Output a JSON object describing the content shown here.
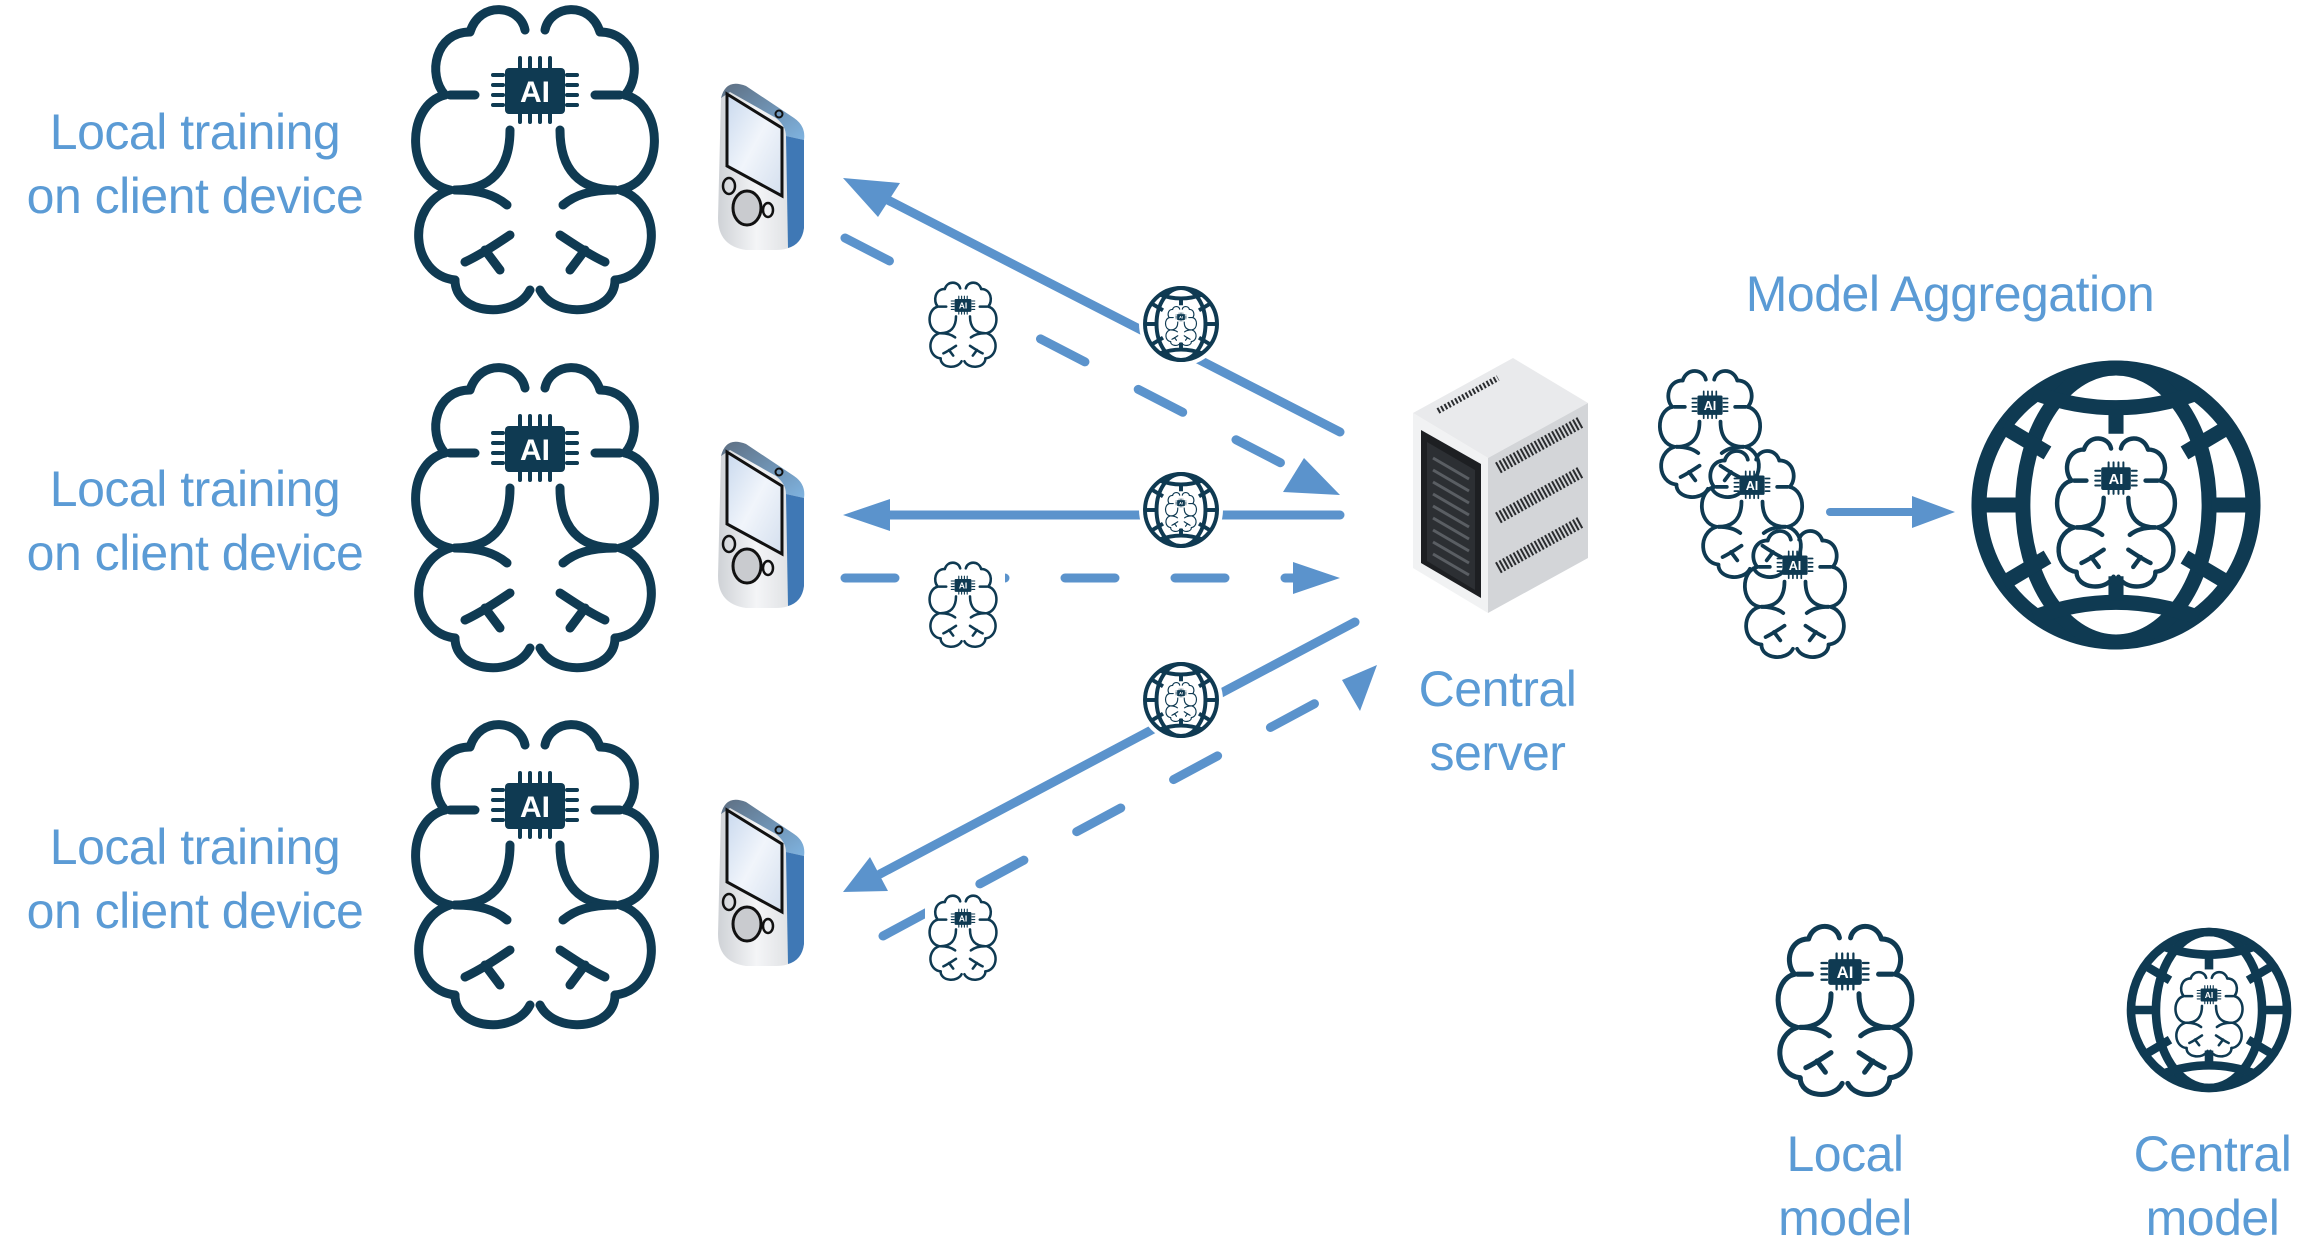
{
  "colors": {
    "arrow": "#5b93cc",
    "text": "#5b9bd5",
    "icon": "#0f3a52",
    "background": "#ffffff"
  },
  "clients": [
    {
      "label_line1": "Local training",
      "label_line2": "on client device",
      "icon": "brain-ai-icon",
      "device": "mobile-device-icon"
    },
    {
      "label_line1": "Local training",
      "label_line2": "on client device",
      "icon": "brain-ai-icon",
      "device": "mobile-device-icon"
    },
    {
      "label_line1": "Local training",
      "label_line2": "on client device",
      "icon": "brain-ai-icon",
      "device": "mobile-device-icon"
    }
  ],
  "server": {
    "label_line1": "Central",
    "label_line2": "server",
    "icon": "server-rack-icon"
  },
  "aggregation": {
    "title": "Model Aggregation"
  },
  "chip_text": "AI",
  "links": [
    {
      "from": "server",
      "to": "client-1",
      "style": "solid",
      "carries": "central-model"
    },
    {
      "from": "client-1",
      "to": "server",
      "style": "dashed",
      "carries": "local-model"
    },
    {
      "from": "server",
      "to": "client-2",
      "style": "solid",
      "carries": "central-model"
    },
    {
      "from": "client-2",
      "to": "server",
      "style": "dashed",
      "carries": "local-model"
    },
    {
      "from": "server",
      "to": "client-3",
      "style": "solid",
      "carries": "central-model"
    },
    {
      "from": "client-3",
      "to": "server",
      "style": "dashed",
      "carries": "local-model"
    }
  ],
  "legend": [
    {
      "label_line1": "Local",
      "label_line2": "model",
      "icon": "brain-ai-icon"
    },
    {
      "label_line1": "Central",
      "label_line2": "model",
      "icon": "globe-brain-icon"
    }
  ]
}
